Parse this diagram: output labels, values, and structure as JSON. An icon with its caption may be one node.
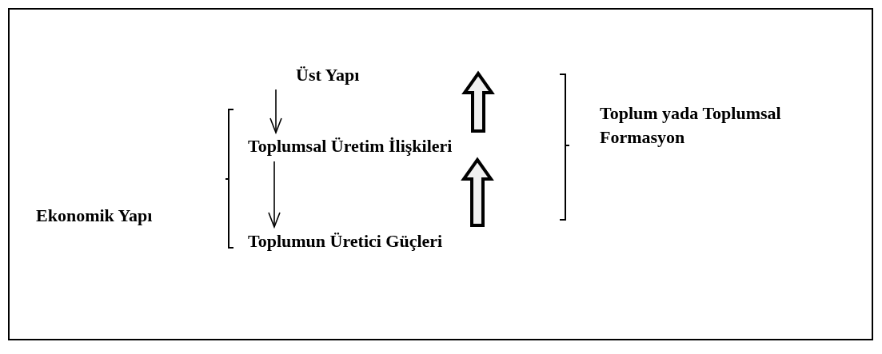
{
  "diagram": {
    "nodes": [
      {
        "text": [
          "Üst Yapı"
        ]
      },
      {
        "text": [
          "Toplumsal Üretim İlişkileri"
        ]
      },
      {
        "text": [
          "Toplumun Üretici Güçleri"
        ]
      },
      {
        "text": [
          "Ekonomik Yapı"
        ]
      },
      {
        "text": [
          "Toplum yada Toplumsal Formasyon"
        ]
      }
    ],
    "edges": [
      {
        "from": 0,
        "to": 1,
        "arrow": "to"
      },
      {
        "from": 1,
        "to": 2,
        "arrow": "to"
      },
      {
        "from": 2,
        "to": 1,
        "arrow": "to",
        "style": "thick"
      },
      {
        "from": 1,
        "to": null,
        "arrow": "to",
        "style": "thick"
      }
    ]
  }
}
